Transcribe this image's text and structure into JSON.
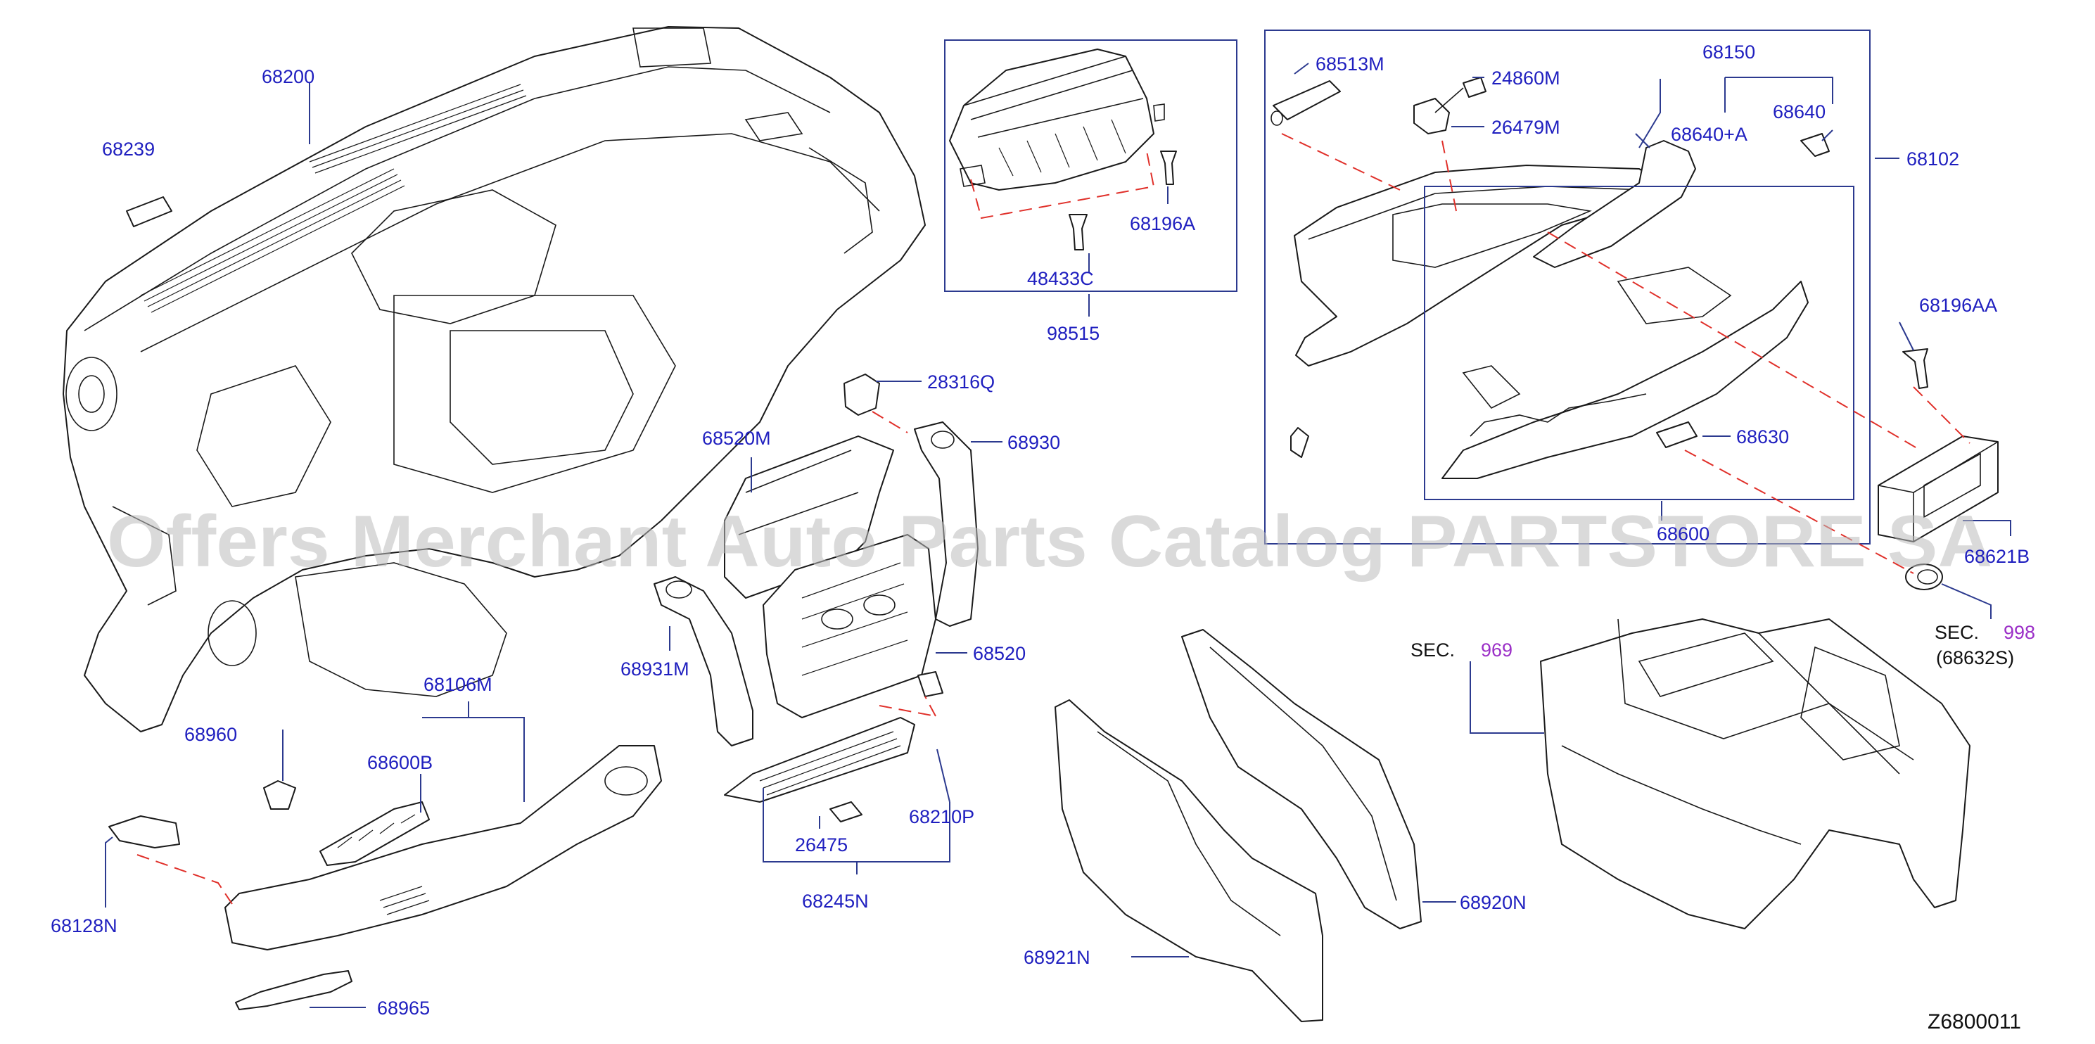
{
  "colors": {
    "label": "#1f1fbf",
    "sec_ref": "#9b2fc7",
    "leader": "#2c3a8f",
    "dash": "#e0302a",
    "outline": "#1a1a1a",
    "watermark": "#bdbdbd"
  },
  "labels": {
    "p68200": "68200",
    "p68239": "68239",
    "p48433C": "48433C",
    "p68196A": "68196A",
    "p98515": "98515",
    "p68513M": "68513M",
    "p24860M": "24860M",
    "p26479M": "26479M",
    "p68150": "68150",
    "p68640": "68640",
    "p68640A": "68640+A",
    "p68102": "68102",
    "p68196AA": "68196AA",
    "p68630": "68630",
    "p68600": "68600",
    "p68621B": "68621B",
    "p28316Q": "28316Q",
    "p68520M": "68520M",
    "p68930": "68930",
    "p68931M": "68931M",
    "p68520": "68520",
    "p68106M": "68106M",
    "p68960": "68960",
    "p68600B": "68600B",
    "p68128N": "68128N",
    "p68965": "68965",
    "p26475": "26475",
    "p68210P": "68210P",
    "p68245N": "68245N",
    "p68921N": "68921N",
    "p68920N": "68920N",
    "sec_word": "SEC.",
    "sec969": "969",
    "sec998": "998",
    "p68632S": "(68632S)",
    "diagram_code": "Z6800011"
  },
  "watermark": "Offers Merchant Auto Parts Catalog PARTSTORE SA"
}
